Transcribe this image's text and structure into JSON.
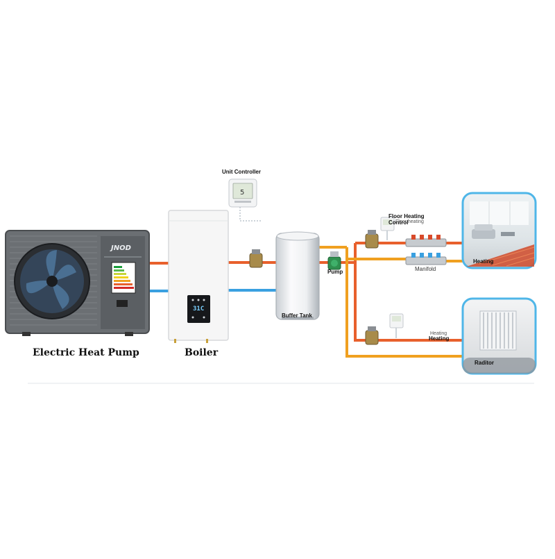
{
  "diagram": {
    "colors": {
      "hot_pipe": "#e8602c",
      "cold_pipe": "#3aa0e0",
      "warm_pipe": "#f0a020",
      "heat_pump_body": "#6b6f73",
      "boiler_body": "#f6f6f6",
      "tank_body": "#e9ecef",
      "pump_green": "#2f8f4f",
      "room_frame": "#4fb6e8"
    },
    "labels": {
      "heat_pump": "Electric Heat Pump",
      "heat_pump_brand": "JNOD",
      "boiler": "Boiler",
      "boiler_display": "31C",
      "unit_controller": "Unit Controller",
      "buffer_tank": "Buffer Tank",
      "pump": "Pump",
      "floor_heating_control": "Floor Heating Control",
      "floor_heating_ghost": "Floor heating",
      "manifold": "Manifold",
      "heating_room": "Heating",
      "heating_radiator_pipe": "Heating",
      "heating_ghost": "Heating",
      "radiator_room": "Raditor"
    },
    "icons": [
      "fan-icon",
      "thermostat-icon",
      "valve-icon",
      "pump-icon",
      "radiator-icon",
      "sofa-icon"
    ]
  }
}
